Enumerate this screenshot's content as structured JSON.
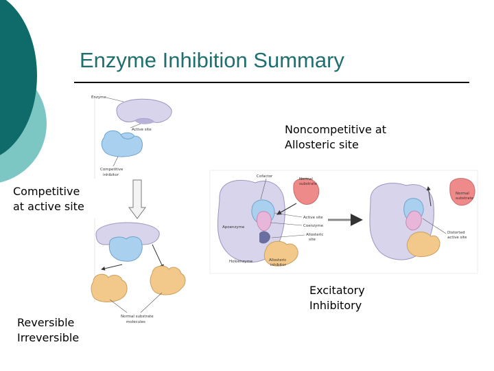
{
  "slide": {
    "title": "Enzyme Inhibition Summary",
    "notes": {
      "noncompetitive": [
        "Noncompetitive at",
        "Allosteric site"
      ],
      "competitive": [
        "Competitive",
        "at active site"
      ],
      "excitatory_inhibitory": [
        "Excitatory",
        "Inhibitory"
      ],
      "reversible_irreversible": [
        "Reversible",
        "Irreversible"
      ]
    }
  },
  "figure": {
    "labels": {
      "enzyme": "Enzyme",
      "active_site": "Active site",
      "competitive_inhibitor": [
        "Competitive",
        "inhibitor"
      ],
      "normal_substrate_molecules": [
        "Normal substrate",
        "molecules"
      ],
      "cofactor": "Cofactor",
      "normal_substrate": [
        "Normal",
        "substrate"
      ],
      "active_site_2": "Active site",
      "coenzyme": "Coenzyme",
      "allosteric_site": [
        "Allosteric",
        "site"
      ],
      "apoenzyme": "Apoenzyme",
      "holoenzyme": "Holoenzyme",
      "allosteric_inhibitor": [
        "Allosteric",
        "inhibitor"
      ],
      "normal_substrate_right": [
        "Normal",
        "substrate"
      ],
      "distorted_active_site": [
        "Distorted",
        "active site"
      ]
    }
  },
  "colors": {
    "accent_teal": "#0f6b69",
    "light_teal": "#7cc6c4",
    "enzyme_lavender": "#d8d4ec",
    "blue_inhibitor": "#a9d0ee",
    "orange_substrate": "#f2c98a",
    "pink_substrate": "#ef8a8a"
  }
}
